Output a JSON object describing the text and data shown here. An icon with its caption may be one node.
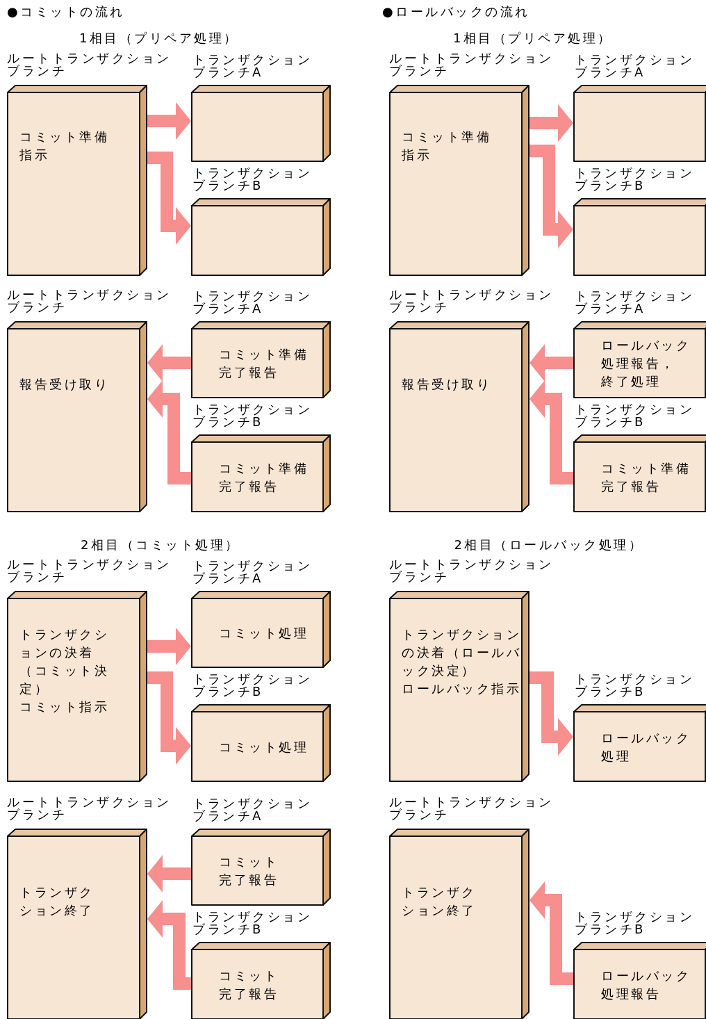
{
  "diagram": {
    "nodes": [
      {
        "text": [
          "ルートトランザクションブランチ",
          "コミット準備指示"
        ]
      },
      {
        "text": [
          "トランザクションブランチA"
        ]
      },
      {
        "text": [
          "トランザクションブランチB"
        ]
      },
      {
        "text": [
          "ルートトランザクションブランチ",
          "コミット準備指示"
        ]
      },
      {
        "text": [
          "トランザクションブランチA"
        ]
      },
      {
        "text": [
          "トランザクションブランチB"
        ]
      },
      {
        "text": [
          "ルートトランザクションブランチ",
          "報告受け取り"
        ]
      },
      {
        "text": [
          "トランザクションブランチA",
          "コミット準備完了報告"
        ]
      },
      {
        "text": [
          "トランザクションブランチB",
          "コミット準備完了報告"
        ]
      },
      {
        "text": [
          "ルートトランザクションブランチ",
          "報告受け取り"
        ]
      },
      {
        "text": [
          "トランザクションブランチA",
          "ロールバック処理報告，",
          "終了処理"
        ]
      },
      {
        "text": [
          "トランザクションブランチB",
          "コミット準備完了報告"
        ]
      },
      {
        "text": [
          "ルートトランザクションブランチ",
          "トランザクションの決着（コミット決定）",
          "コミット指示"
        ]
      },
      {
        "text": [
          "トランザクションブランチA",
          "コミット処理"
        ]
      },
      {
        "text": [
          "トランザクションブランチB",
          "コミット処理"
        ]
      },
      {
        "text": [
          "ルートトランザクションブランチ",
          "トランザクションの決着（ロールバック決定）",
          "ロールバック指示"
        ]
      },
      {
        "text": [
          "トランザクションブランチB",
          "ロールバック処理"
        ]
      },
      {
        "text": [
          "ルートトランザクションブランチ",
          "トランザクション終了"
        ]
      },
      {
        "text": [
          "トランザクションブランチA",
          "コミット完了報告"
        ]
      },
      {
        "text": [
          "トランザクションブランチB",
          "コミット完了報告"
        ]
      },
      {
        "text": [
          "ルートトランザクションブランチ",
          "トランザクション終了"
        ]
      },
      {
        "text": [
          "トランザクションブランチB",
          "ロールバック処理報告"
        ]
      }
    ],
    "edges": [
      {
        "from": 0,
        "to": 1,
        "arrow": "to"
      },
      {
        "from": 0,
        "to": 2,
        "arrow": "to"
      },
      {
        "from": 3,
        "to": 4,
        "arrow": "to"
      },
      {
        "from": 3,
        "to": 5,
        "arrow": "to"
      },
      {
        "from": 7,
        "to": 6,
        "arrow": "to"
      },
      {
        "from": 8,
        "to": 6,
        "arrow": "to"
      },
      {
        "from": 10,
        "to": 9,
        "arrow": "to"
      },
      {
        "from": 11,
        "to": 9,
        "arrow": "to"
      },
      {
        "from": 12,
        "to": 13,
        "arrow": "to"
      },
      {
        "from": 12,
        "to": 14,
        "arrow": "to"
      },
      {
        "from": 15,
        "to": 16,
        "arrow": "to"
      },
      {
        "from": 18,
        "to": 17,
        "arrow": "to"
      },
      {
        "from": 19,
        "to": 17,
        "arrow": "to"
      },
      {
        "from": 21,
        "to": 20,
        "arrow": "to"
      }
    ],
    "labels": [
      "●コミットの流れ",
      "●ロールバックの流れ",
      "1相目（プリペア処理）",
      "1相目（プリペア処理）",
      "2相目（コミット処理）",
      "2相目（ロールバック処理）"
    ]
  }
}
